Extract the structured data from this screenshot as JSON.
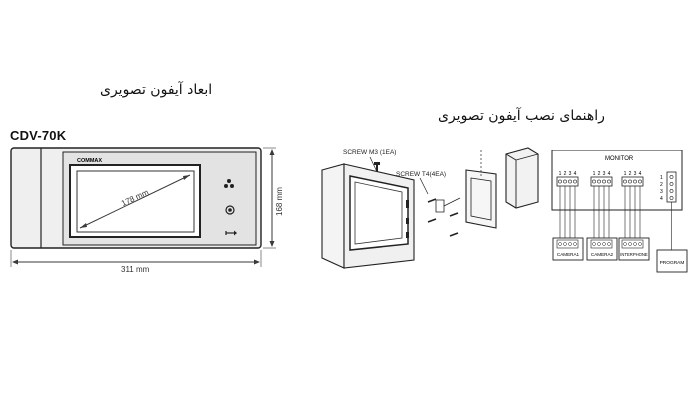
{
  "left_panel": {
    "title": "ابعاد آیفون تصویری",
    "model": "CDV-70K",
    "brand": "COMMAX",
    "diagonal_label": "178 mm",
    "width_label": "311 mm",
    "height_label": "168 mm",
    "icons": [
      "persons-icon",
      "circle-button-icon",
      "arrow-icon"
    ]
  },
  "right_panel": {
    "title": "راهنمای نصب آیفون تصویری",
    "screw_m3_label": "SCREW M3 (1EA)",
    "screw_t4_label": "SCREW T4(4EA)",
    "wiring": {
      "monitor_label": "MONITOR",
      "terminal_numbers": [
        "1",
        "2",
        "3",
        "4"
      ],
      "side_terminal_numbers": [
        "1",
        "2",
        "3",
        "4"
      ],
      "devices": [
        "CAMERA1",
        "CAMERA2",
        "INTERPHONE",
        "PROGRAM"
      ]
    }
  },
  "colors": {
    "line": "#222222",
    "dim_line": "#3a3a3a",
    "device_face": "#e9e9e9",
    "screen": "#ffffff"
  }
}
